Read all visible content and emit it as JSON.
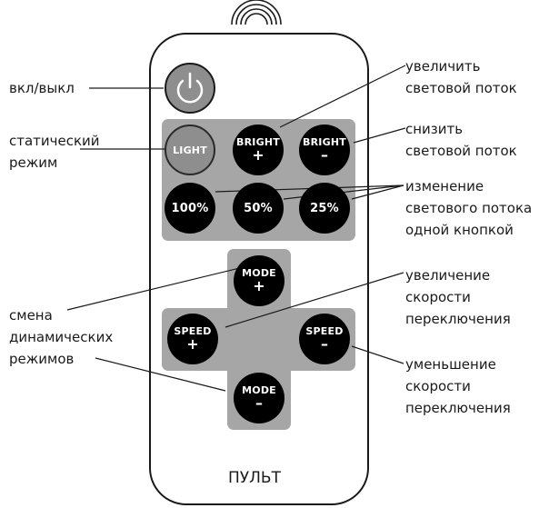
{
  "remote": {
    "title": "ПУЛЬТ"
  },
  "buttons": {
    "light": {
      "label": "LIGHT"
    },
    "bright_plus": {
      "label": "BRIGHT",
      "sign": "+"
    },
    "bright_minus": {
      "label": "BRIGHT",
      "sign": "–"
    },
    "pct100": {
      "label": "100%"
    },
    "pct50": {
      "label": "50%"
    },
    "pct25": {
      "label": "25%"
    },
    "mode_plus": {
      "label": "MODE",
      "sign": "+"
    },
    "mode_minus": {
      "label": "MODE",
      "sign": "–"
    },
    "speed_plus": {
      "label": "SPEED",
      "sign": "+"
    },
    "speed_minus": {
      "label": "SPEED",
      "sign": "–"
    }
  },
  "labels": {
    "power": [
      "вкл/выкл"
    ],
    "static": [
      "статический",
      "режим"
    ],
    "dynamic": [
      "смена",
      "динамических",
      "режимов"
    ],
    "bright_up": [
      "увеличить",
      "световой поток"
    ],
    "bright_down": [
      "снизить",
      "световой поток"
    ],
    "one_button": [
      "изменение",
      "светового потока",
      "одной кнопкой"
    ],
    "speed_up": [
      "увеличение",
      "скорости",
      "переключения"
    ],
    "speed_down": [
      "уменьшение",
      "скорости",
      "переключения"
    ]
  },
  "colors": {
    "button": "#000000",
    "power_button": "#8e8e8e",
    "panel": "#a6a6a6",
    "line": "#1a1a1a"
  },
  "icons": [
    "signal-icon",
    "power-icon"
  ]
}
